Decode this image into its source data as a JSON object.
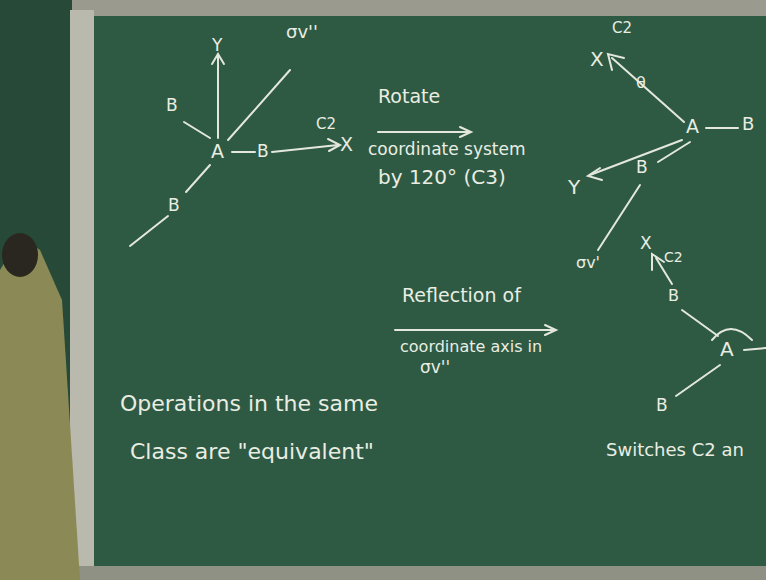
{
  "diagram": {
    "labels": [
      "Y",
      "σv''",
      "B",
      "A",
      "B",
      "C2",
      "X",
      "B",
      "Rotate",
      "coordinate system",
      "by 120° (C3)",
      "X",
      "C2",
      "θ",
      "A",
      "B",
      "Y",
      "B",
      "σv'",
      "Reflection of",
      "coordinate axis in",
      "σv''",
      "X",
      "C2",
      "B",
      "A",
      "B",
      "Operations in the same",
      "Class are \"equivalent\"",
      "Switches C2 an"
    ]
  }
}
